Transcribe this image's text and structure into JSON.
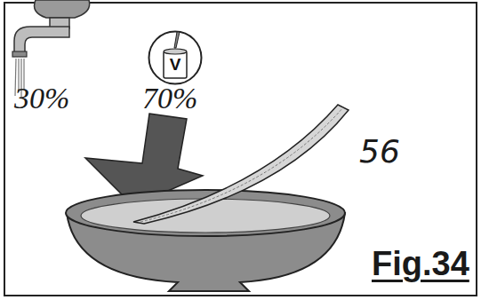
{
  "diagram": {
    "caption": "Fig.34",
    "nodes": [
      {
        "text": [
          "V"
        ]
      }
    ],
    "labels": [
      "30%",
      "70%",
      "56"
    ]
  }
}
